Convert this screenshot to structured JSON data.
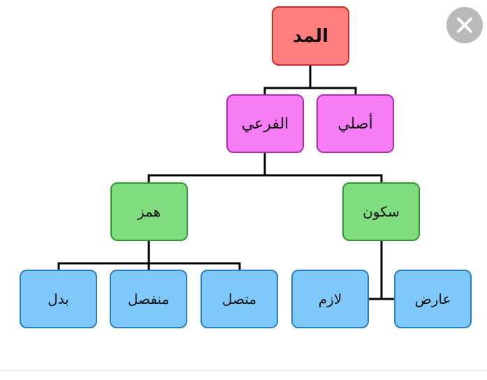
{
  "diagram": {
    "root": "المد",
    "level1": {
      "asli": "أصلي",
      "farei": "الفرعي"
    },
    "level2": {
      "sukun": "سكون",
      "hamz": "همز"
    },
    "level3": {
      "arid": "عارض",
      "lazim": "لازم",
      "mutasil": "متصل",
      "munfasil": "منفصل",
      "badal": "بدل"
    }
  },
  "colors": {
    "root": "#ff7f7f",
    "level1": "#f77ef7",
    "level2": "#7fdd7f",
    "level3": "#7fc9fa",
    "connector": "#000000"
  },
  "controls": {
    "close_icon": "close-icon"
  }
}
